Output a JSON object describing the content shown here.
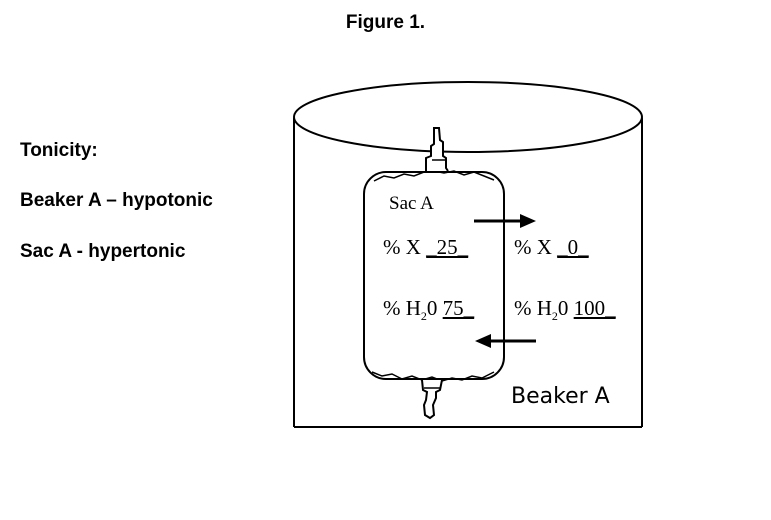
{
  "figure": {
    "title": "Figure 1."
  },
  "tonicity": {
    "heading": "Tonicity:",
    "beaker_line": "Beaker A – hypotonic",
    "sac_line": "Sac A - hypertonic"
  },
  "sac": {
    "label": "Sac A",
    "solute": {
      "prefix": "% X ",
      "value": "_25_"
    },
    "water": {
      "prefix": "% H",
      "sub": "2",
      "suffix": "0 ",
      "value": "75_"
    }
  },
  "beaker": {
    "label": "Beaker A",
    "solute": {
      "prefix": "% X ",
      "value": "_0_"
    },
    "water": {
      "prefix": "% H",
      "sub": "2",
      "suffix": "0 ",
      "value": "100_"
    }
  }
}
